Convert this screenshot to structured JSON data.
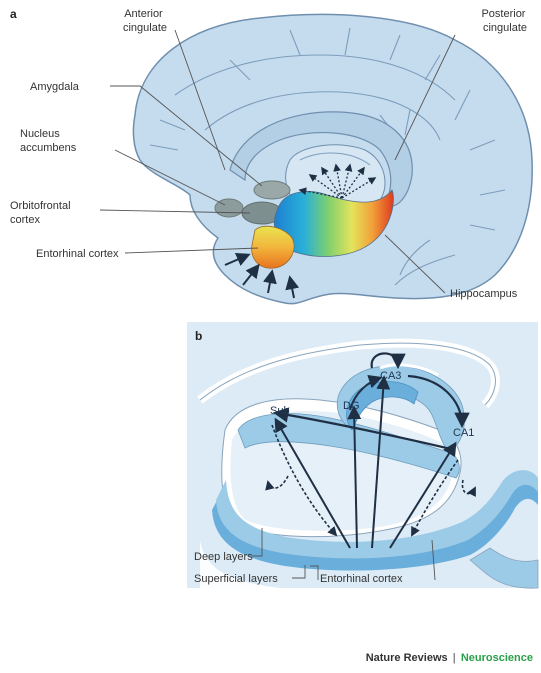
{
  "panel_a": {
    "letter": "a",
    "labels": {
      "anterior_cingulate": [
        "Anterior",
        "cingulate"
      ],
      "posterior_cingulate": [
        "Posterior",
        "cingulate"
      ],
      "amygdala": "Amygdala",
      "nucleus_accumbens": [
        "Nucleus",
        "accumbens"
      ],
      "orbitofrontal_cortex": [
        "Orbitofrontal",
        "cortex"
      ],
      "entorhinal_cortex": "Entorhinal cortex",
      "hippocampus": "Hippocampus"
    }
  },
  "panel_b": {
    "letter": "b",
    "regions": {
      "ca3": "CA3",
      "dg": "DG",
      "sub": "Sub",
      "ca1": "CA1"
    },
    "labels": {
      "deep_layers": "Deep layers",
      "superficial_layers": "Superficial layers",
      "entorhinal_cortex": "Entorhinal cortex"
    }
  },
  "credit": {
    "journal": "Nature Reviews",
    "separator": "|",
    "section": "Neuroscience"
  },
  "colors": {
    "brain_fill": "#c5dcee",
    "brain_outline": "#6f8fae",
    "panel_b_bg": "#dcebf6",
    "layer_mid": "#9ccbe8",
    "layer_dark": "#6aaedb",
    "arrow": "#1f2f44",
    "credit_accent": "#2aa04a"
  }
}
